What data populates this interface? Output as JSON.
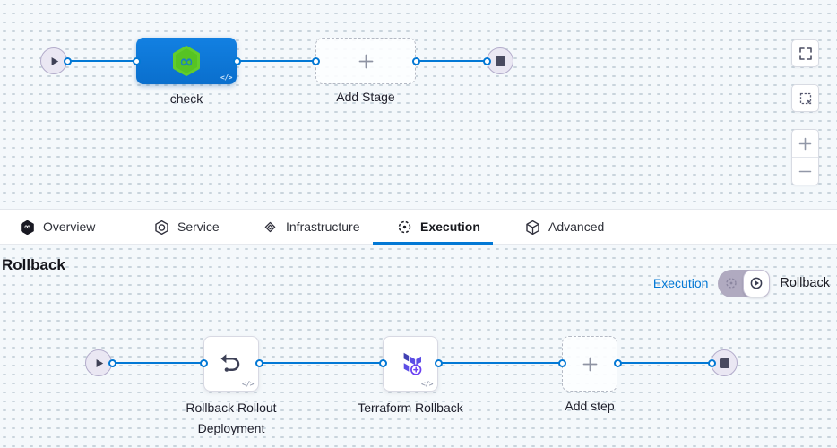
{
  "app": {
    "name": "Pipeline Studio — Execution / Rollback"
  },
  "colors": {
    "accent_blue": "#0278d5",
    "stage_blue": "#0d78d9",
    "harness_green": "#56c323",
    "terraform_purple": "#5c4ee5",
    "terraform_dark": "#4040b2",
    "canvas_bg": "#f4f8fb"
  },
  "icons": {
    "play": "play-triangle",
    "stop": "stop-square",
    "add": "plus",
    "code": "</>",
    "fullscreen": "corner-brackets",
    "selection": "dashed-square",
    "zoom_in": "plus",
    "zoom_out": "minus",
    "overview": "harness-hexagon-infinity",
    "service": "hexagon-circle",
    "infrastructure": "nested-diamonds",
    "execution": "dashed-circle",
    "advanced": "hexagon-cube",
    "undo": "curved-arrow-left",
    "terraform": "terraform-logo",
    "infinity": "∞"
  },
  "canvas_top": {
    "stage": {
      "label": "check"
    },
    "add_stage": {
      "label": "Add Stage"
    }
  },
  "tabs": {
    "items": [
      {
        "label": "Overview",
        "active": false
      },
      {
        "label": "Service",
        "active": false
      },
      {
        "label": "Infrastructure",
        "active": false
      },
      {
        "label": "Execution",
        "active": true
      },
      {
        "label": "Advanced",
        "active": false
      }
    ]
  },
  "rollback_section": {
    "title": "Rollback",
    "execution_link": "Execution",
    "rollback_label": "Rollback"
  },
  "rollback_pipeline": {
    "steps": [
      {
        "label": "Rollback Rollout Deployment"
      },
      {
        "label": "Terraform Rollback"
      }
    ],
    "add_step": {
      "label": "Add step"
    }
  }
}
